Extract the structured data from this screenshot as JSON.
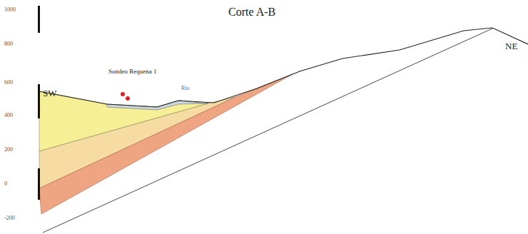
{
  "diagram": {
    "title": "Corte A-B",
    "labels": [
      "SW",
      "NE",
      "Sondeo Requena 1",
      "Río",
      "1000",
      "800",
      "600",
      "400",
      "200",
      "0",
      "-200"
    ]
  }
}
